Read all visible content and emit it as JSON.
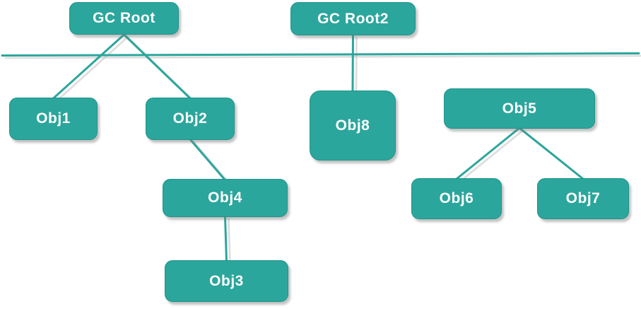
{
  "diagram": {
    "type": "tree",
    "nodes": [
      {
        "id": "gc-root",
        "label": "GC Root"
      },
      {
        "id": "gc-root2",
        "label": "GC Root2"
      },
      {
        "id": "obj1",
        "label": "Obj1"
      },
      {
        "id": "obj2",
        "label": "Obj2"
      },
      {
        "id": "obj8",
        "label": "Obj8"
      },
      {
        "id": "obj5",
        "label": "Obj5"
      },
      {
        "id": "obj4",
        "label": "Obj4"
      },
      {
        "id": "obj6",
        "label": "Obj6"
      },
      {
        "id": "obj7",
        "label": "Obj7"
      },
      {
        "id": "obj3",
        "label": "Obj3"
      }
    ],
    "edges": [
      {
        "from": "GC Root",
        "to": "Obj1"
      },
      {
        "from": "GC Root",
        "to": "Obj2"
      },
      {
        "from": "GC Root2",
        "to": "Obj8"
      },
      {
        "from": "Obj2",
        "to": "Obj4"
      },
      {
        "from": "Obj4",
        "to": "Obj3"
      },
      {
        "from": "Obj5",
        "to": "Obj6"
      },
      {
        "from": "Obj5",
        "to": "Obj7"
      }
    ],
    "divider": {
      "description": "full-width horizontal line separating GC roots from heap objects"
    },
    "colors": {
      "node_fill": "#2BA69C",
      "node_border": "#1F948B",
      "node_text": "#FFFFFF",
      "connector": "#2BA69C",
      "shadow": "#C2C2C2",
      "background": "#FFFFFF"
    }
  }
}
